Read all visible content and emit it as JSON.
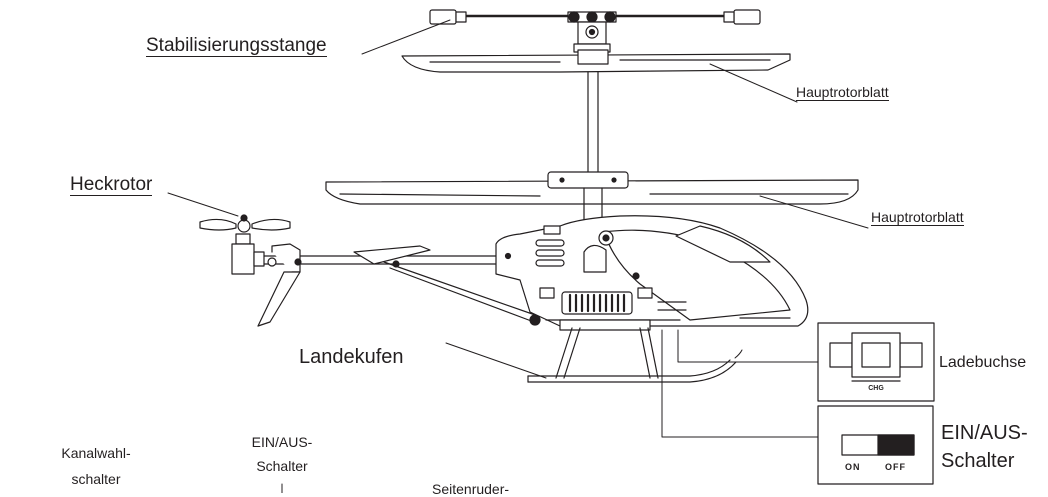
{
  "labels": {
    "stabilizer_bar": "Stabilisierungsstange",
    "main_rotor_upper": "Hauptrotorblatt",
    "tail_rotor": "Heckrotor",
    "main_rotor_lower": "Hauptrotorblatt",
    "landing_skids": "Landekufen",
    "charging_port": "Ladebuchse",
    "power_switch_line1": "EIN/AUS-",
    "power_switch_line2": "Schalter",
    "channel_switch_line1": "Kanalwahl-",
    "channel_switch_line2": "schalter",
    "remote_power_line1": "EIN/AUS-",
    "remote_power_line2": "Schalter",
    "rudder_trim_line1": "Seitenruder-"
  },
  "inset_charge": {
    "label": "CHG"
  },
  "inset_switch": {
    "on_label": "ON",
    "off_label": "OFF"
  },
  "colors": {
    "line": "#231f20",
    "background": "#ffffff"
  }
}
